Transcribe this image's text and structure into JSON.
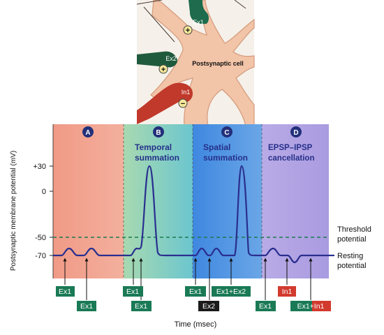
{
  "inset": {
    "cell_label": "Postsynaptic cell",
    "terminals": [
      {
        "label": "Ex1",
        "sign": "+",
        "color": "#1e6b4d"
      },
      {
        "label": "Ex2",
        "sign": "+",
        "color": "#1f5a3c"
      },
      {
        "label": "In1",
        "sign": "−",
        "color": "#c0392b"
      }
    ]
  },
  "axes": {
    "ylabel": "Postsynaptic membrane potential (mV)",
    "xlabel": "Time (msec)",
    "yticks": [
      "+30",
      "0",
      "-50",
      "-70"
    ],
    "threshold_label_1": "Threshold",
    "threshold_label_2": "potential",
    "resting_label_1": "Resting",
    "resting_label_2": "potential"
  },
  "panels": [
    {
      "letter": "A",
      "title_1": "",
      "title_2": "",
      "bg": "#f2a793"
    },
    {
      "letter": "B",
      "title_1": "Temporal",
      "title_2": "summation",
      "bg": "#8fd1c1"
    },
    {
      "letter": "C",
      "title_1": "Spatial",
      "title_2": "summation",
      "bg": "#4f95e2"
    },
    {
      "letter": "D",
      "title_1": "EPSP–IPSP",
      "title_2": "cancellation",
      "bg": "#b4a6e3"
    }
  ],
  "stimuli": {
    "A": [
      "Ex1",
      "Ex1"
    ],
    "B": [
      "Ex1",
      "Ex1"
    ],
    "C": [
      "Ex1",
      "Ex2",
      "Ex1+Ex2"
    ],
    "D": [
      "Ex1",
      "In1",
      "Ex1+In1"
    ]
  },
  "colors": {
    "trace": "#2a2f8f",
    "threshold_line": "#1a7a4e",
    "ex_box": "#1a7a56",
    "ex2_box": "#1b1b1b",
    "in_box": "#d23a2e",
    "badge": "#23307a",
    "title_text": "#26308a"
  }
}
